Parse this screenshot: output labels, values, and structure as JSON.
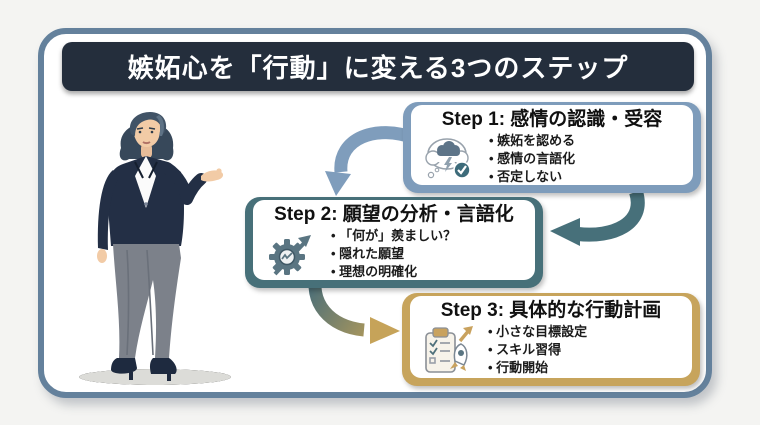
{
  "banner": {
    "title": "嫉妬心を「行動」に変える3つのステップ"
  },
  "steps": [
    {
      "heading": "Step 1: 感情の認識・受容",
      "bullets": [
        "嫉妬を認める",
        "感情の言語化",
        "否定しない"
      ],
      "icon": "storm-thought-check-icon",
      "frame_color": "#7e9cbb"
    },
    {
      "heading": "Step 2: 願望の分析・言語化",
      "bullets": [
        "「何が」羨ましい？",
        "隠れた願望",
        "理想の明確化"
      ],
      "icon": "gear-trend-arrow-icon",
      "frame_color": "#477079"
    },
    {
      "heading": "Step 3: 具体的な行動計画",
      "bullets": [
        "小さな目標設定",
        "スキル習得",
        "行動開始"
      ],
      "icon": "checklist-rocket-icon",
      "frame_color": "#c7a45c"
    }
  ],
  "colors": {
    "background": "#f4f4f2",
    "card_border": "#64819c",
    "banner_bg": "#242e3c",
    "banner_text": "#ffffff",
    "step1_frame": "#7e9cbb",
    "step2_frame": "#477079",
    "step3_frame": "#c7a45c",
    "arrow_step1_to_step2_left": "#7f9dbc",
    "arrow_step1_to_step2_right": "#47707a",
    "arrow_step2_to_step3_gradient_start": "#4e7078",
    "arrow_step2_to_step3_gradient_end": "#c0a055",
    "text": "#1b1b1b"
  },
  "illustration": {
    "name": "businesswoman-presenting"
  }
}
